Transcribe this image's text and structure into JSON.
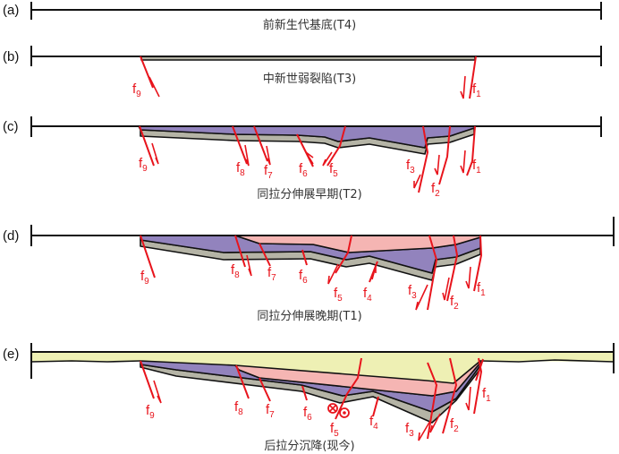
{
  "colors": {
    "purple": "#9283bd",
    "gray": "#b5b4a6",
    "pink": "#f5b5b3",
    "yellow": "#eef0b4",
    "fault": "#e8141c"
  },
  "panels": [
    {
      "label": "(a)",
      "title": "前新生代基底(T4)"
    },
    {
      "label": "(b)",
      "title": "中新世弱裂陷(T3)"
    },
    {
      "label": "(c)",
      "title": "同拉分伸展早期(T2)"
    },
    {
      "label": "(d)",
      "title": "同拉分伸展晚期(T1)"
    },
    {
      "label": "(e)",
      "title": "后拉分沉降(现今)"
    }
  ],
  "faults": {
    "base": "f",
    "f1": "1",
    "f2": "2",
    "f3": "3",
    "f4": "4",
    "f5": "5",
    "f6": "6",
    "f7": "7",
    "f8": "8",
    "f9": "9"
  },
  "strike_slip_symbols": [
    "into-page-icon",
    "out-of-page-icon"
  ]
}
